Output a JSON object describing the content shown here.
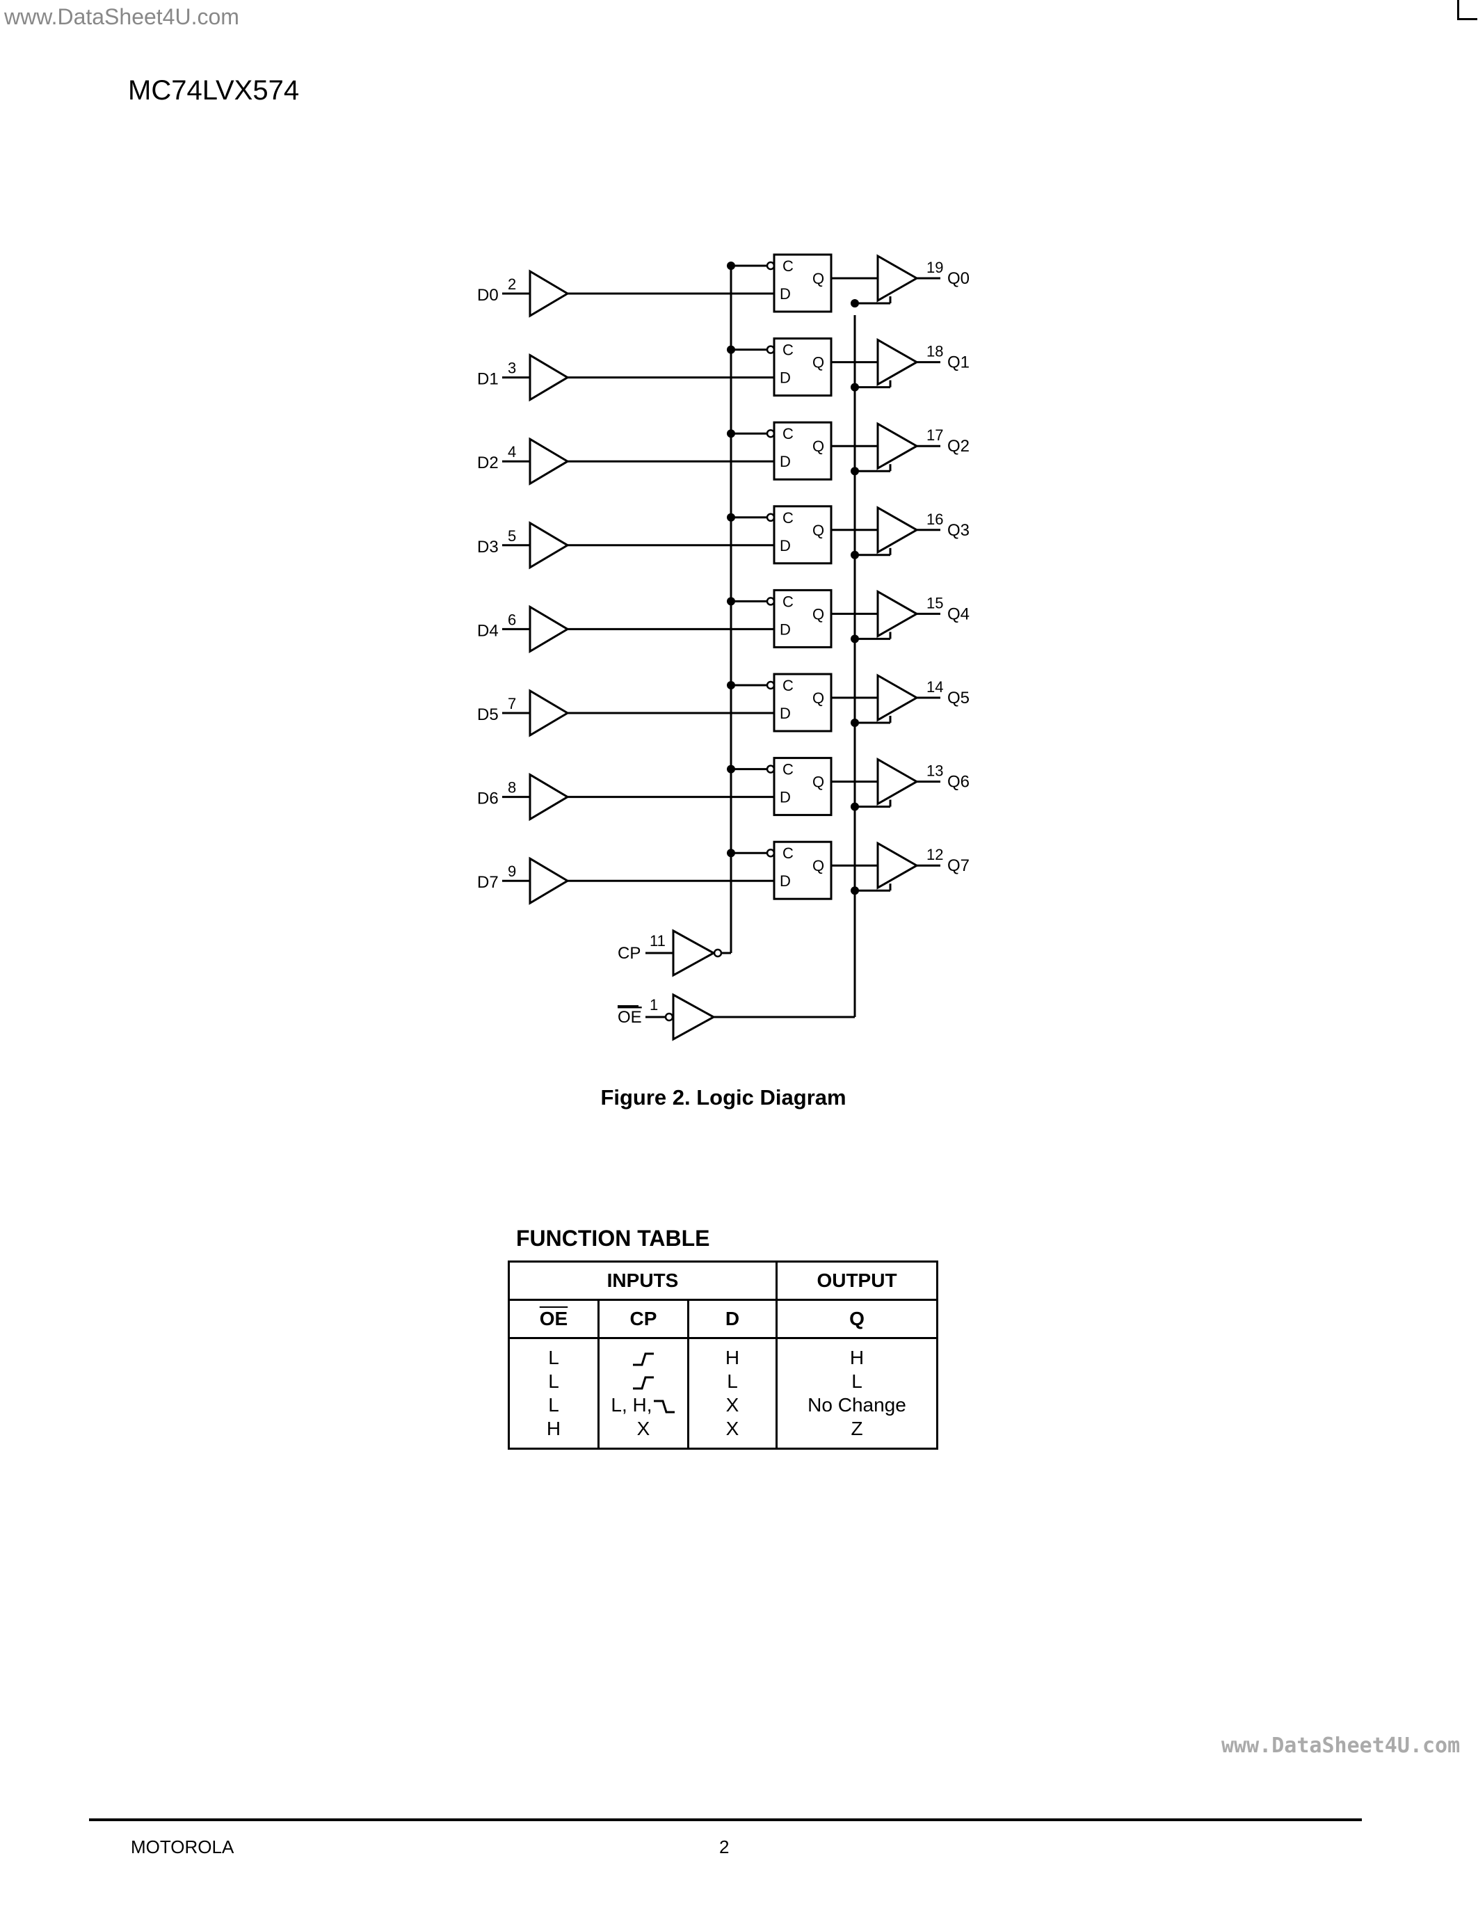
{
  "header": {
    "watermark": "www.DataSheet4U.com",
    "part_number": "MC74LVX574"
  },
  "diagram": {
    "inputs": [
      {
        "label": "D0",
        "pin": "2"
      },
      {
        "label": "D1",
        "pin": "3"
      },
      {
        "label": "D2",
        "pin": "4"
      },
      {
        "label": "D3",
        "pin": "5"
      },
      {
        "label": "D4",
        "pin": "6"
      },
      {
        "label": "D5",
        "pin": "7"
      },
      {
        "label": "D6",
        "pin": "8"
      },
      {
        "label": "D7",
        "pin": "9"
      }
    ],
    "outputs": [
      {
        "label": "Q0",
        "pin": "19"
      },
      {
        "label": "Q1",
        "pin": "18"
      },
      {
        "label": "Q2",
        "pin": "17"
      },
      {
        "label": "Q3",
        "pin": "16"
      },
      {
        "label": "Q4",
        "pin": "15"
      },
      {
        "label": "Q5",
        "pin": "14"
      },
      {
        "label": "Q6",
        "pin": "13"
      },
      {
        "label": "Q7",
        "pin": "12"
      }
    ],
    "flipflop": {
      "clock_label": "C",
      "data_label": "D",
      "output_label": "Q"
    },
    "clock": {
      "label": "CP",
      "pin": "11"
    },
    "output_enable": {
      "label": "OE",
      "pin": "1"
    },
    "caption": "Figure 2. Logic Diagram"
  },
  "function_table": {
    "title": "FUNCTION TABLE",
    "group_headers": {
      "inputs": "INPUTS",
      "output": "OUTPUT"
    },
    "columns": [
      "OE",
      "CP",
      "D",
      "Q"
    ],
    "rows": [
      {
        "oe": "L",
        "cp_prefix": "",
        "cp_edge": "rising",
        "d": "H",
        "q": "H"
      },
      {
        "oe": "L",
        "cp_prefix": "",
        "cp_edge": "rising",
        "d": "L",
        "q": "L"
      },
      {
        "oe": "L",
        "cp_prefix": "L, H,",
        "cp_edge": "falling",
        "d": "X",
        "q": "No Change"
      },
      {
        "oe": "H",
        "cp_prefix": "X",
        "cp_edge": "",
        "d": "X",
        "q": "Z"
      }
    ]
  },
  "footer": {
    "watermark": "www.DataSheet4U.com",
    "brand": "MOTOROLA",
    "page_number": "2"
  }
}
